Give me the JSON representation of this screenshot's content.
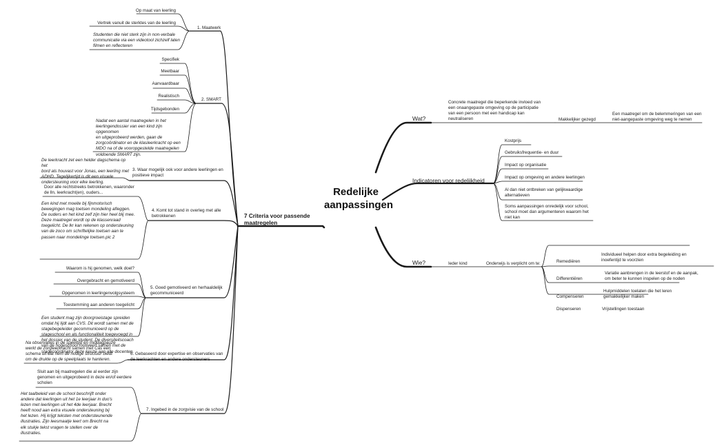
{
  "root": "Redelijke\naanpassingen",
  "left": {
    "label": "7 Criteria voor passende\nmaatregelen",
    "maatwerk": {
      "label": "1. Maatwerk",
      "items": [
        "Op maat van leerling",
        "Vertrek vanuit de sterktes van de leerling"
      ],
      "example": "Studenten die niet sterk zijn in non-verbale\ncommunicatie via een videotool zichzelf laten\nfilmen en reflecteren"
    },
    "smart": {
      "label": "2. SMART",
      "items": [
        "Specifiek",
        "Meetbaar",
        "Aanvaardbaar",
        "Realistisch",
        "Tijdsgebonden"
      ],
      "example": "Nadat een aantal maatregelen in het\nleerlingendossier van een kind zijn opgenomen\nen uitgeprobeerd werden, gaan de\nzorgcoördinator en de klasleerkracht op een\nMDO na of de vooropgestelde maatregelen\nvoldoende SMART zijn."
    },
    "c3": {
      "label": "3. Waar mogelijk ook voor andere leerlingen en\npositieve impact",
      "example": "De leerkracht zet een helder dagschema op het\nbord als houvast voor Jonas, een leerling met\nADHD. Tegelijkertijd is dit een visuele\nondersteuning voor elke leerling."
    },
    "c4": {
      "label": "4. Komt tot stand in overleg met alle\nbetrokkenen",
      "item": "Door alle rechtstreeks betrokkenen, waaronder\nde lln, leerkracht(en), ouders...",
      "example": "Een kind met moeite bij fijnmotorisch\nbewegingen mag toetsen mondeling afleggen.\nDe ouders en het kind zelf zijn hier heel blij mee.\nDeze maatregel wordt op de klassenraad\ntoegelicht. De lkr kan rekenen op ondersteuning\nvan de zoco om schriftelijke toetsen aan te\npassen naar mondelinge toetsen.pic 2"
    },
    "c5": {
      "label": "5. Goed gemotiveerd en herhaaldelijk\ngecommuniceerd",
      "items": [
        "Waarom is hij genomen, welk doel?",
        "Overgebracht en gemotiveerd",
        "Opgenomen in leerlingenvolgsysteem",
        "Toestemming aan anderen toegelicht"
      ],
      "example": "Een student mag zijn doorgroeistage spreiden\nomdat hij lijdt aan CVS. Dit wordt samen met de\nstagebegeleider gecommuniceerd op de\nstageschool en als functionaliteit toegevoegd in\nhet dossier van de student. De diversiteitscoach\nvan de hogeschool motiveert samen met de\nstagecoördinator deze keuze aan alle docenten."
    },
    "c6": {
      "label": "6. Gebaseerd door expertise en observaties van\nde leerkrachten en andere ondersteuners",
      "example": "Na observaties in de speeltijd en middagpauze\nwerkt de zorgleerkracht samen met Cas een\nschema uit dat hem de nodige structuur biedt\nom de drukte op de speelplaats te hanteren."
    },
    "c7": {
      "label": "7. Ingebed in de zorgvisie van de school",
      "item": "Sluit aan bij maatregelen die al eerder zijn\ngenomen en uitgeprobeerd in deze en/of eerdere\nscholen",
      "example": "Het taalbeleid van de school beschrijft onder\nandere dat leerlingen uit het 1e leerjaar in duo's\nlezen met leerlingen uit het 4de leerjaar. Brecht\nheeft nood aan extra visuele ondersteuning bij\nhet lezen. Hij krijgt teksten met ondersteunende\nillustraties. Zijn leesmaatje leert om Brecht na\nelk stukje tekst vragen te stellen over de\nillustraties."
    }
  },
  "right": {
    "wat": {
      "label": "Wat?",
      "definition": "Concrete maatregel die beperkende invloed van\neen onaangepaste omgeving op de participatie\nvan een persoon met een handicap kan\nneutraliseren",
      "simple_label": "Makkelijker gezegd",
      "simple": "Een maatregel om de belemmeringen van een\nniet-aangepaste omgeving weg te nemen"
    },
    "indicatoren": {
      "label": "Indicatoren voor redelijkheid",
      "items": [
        "Kostprijs",
        "Gebruiksfrequentie- en duur",
        "Impact op organisatie",
        "Impact op omgeving en andere leerlingen",
        "Al dan niet ontbreken van gelijkwaardige\nalternatieven",
        "Soms aanpassingen onredelijk voor school,\nschool moet dan argumenteren waarom het\nniet kan"
      ]
    },
    "wie": {
      "label": "Wie?",
      "who": "Ieder kind",
      "duty": "Onderwijs is verplicht om te:",
      "items": [
        {
          "name": "Remediëren",
          "desc": "Individueel helpen door extra begeleiding en\ninoefentijd te voorzien"
        },
        {
          "name": "Differentiëren",
          "desc": "Variatie aanbrengen in de leerstof en de aanpak,\nom beter te kunnen inspelen op de noden"
        },
        {
          "name": "Compenseren",
          "desc": "Hulpmiddelen toelaten die het leren\ngemakkelijker maken"
        },
        {
          "name": "Dispenseren",
          "desc": "Vrijstellingen toestaan"
        }
      ]
    }
  }
}
